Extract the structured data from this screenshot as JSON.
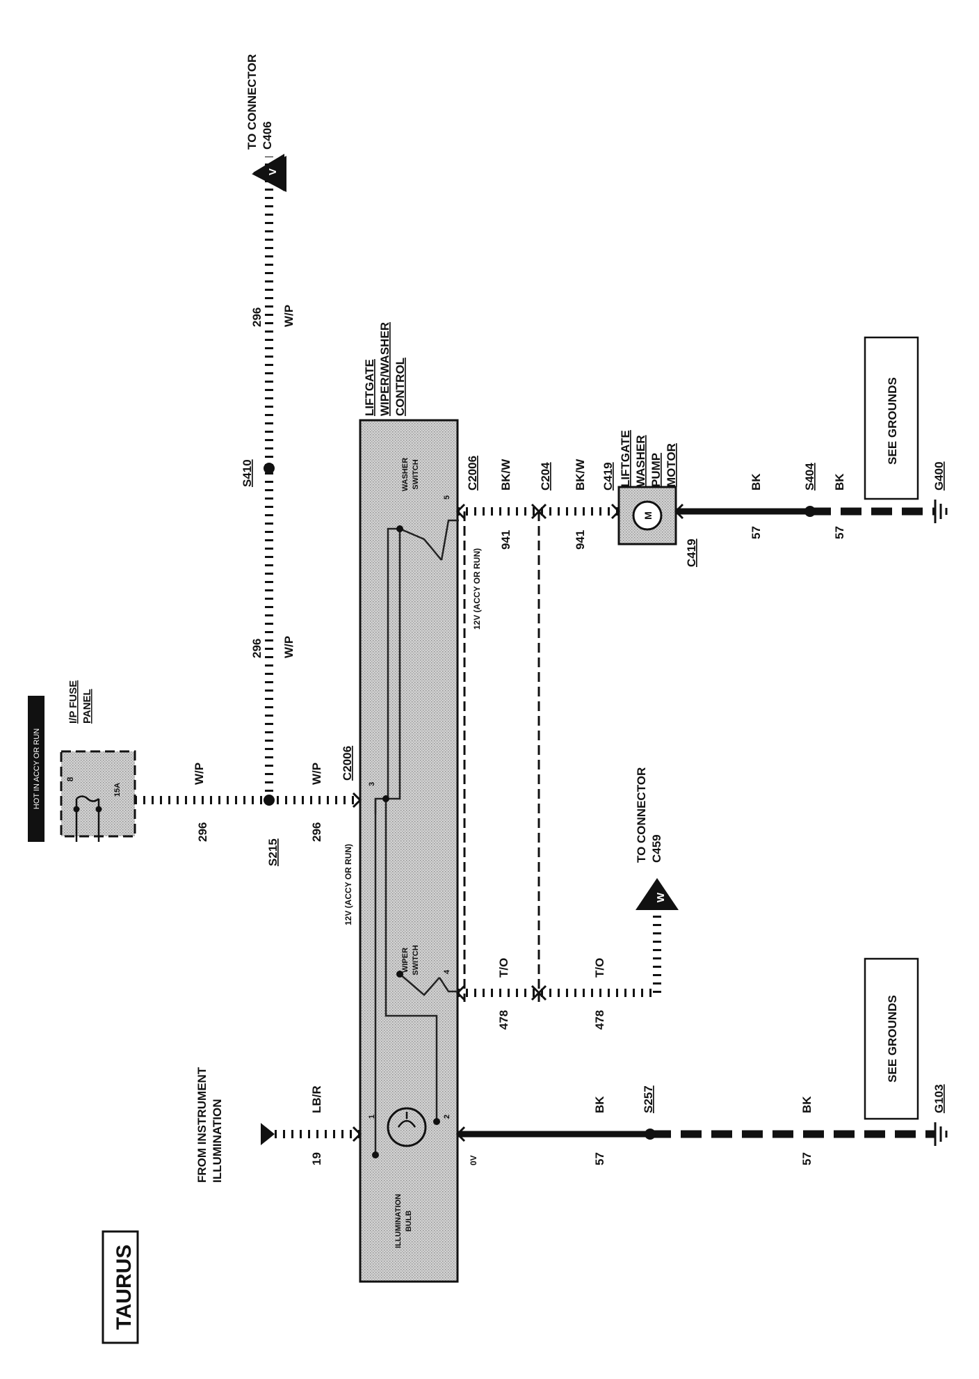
{
  "model_label": "TAURUS",
  "hot_label": "HOT IN ACCY OR RUN",
  "fuse_panel": {
    "name": "I/P FUSE PANEL",
    "fuse_number": "8",
    "fuse_rating": "15A"
  },
  "control_module": {
    "name_lines": [
      "LIFTGATE",
      "WIPER/WASHER",
      "CONTROL"
    ],
    "washer_switch_lines": [
      "WASHER",
      "SWITCH"
    ],
    "wiper_switch_lines": [
      "WIPER",
      "SWITCH"
    ],
    "bulb_lines": [
      "ILLUMINATION",
      "BULB"
    ],
    "pins": [
      "1",
      "2",
      "3",
      "4",
      "5"
    ]
  },
  "connectors": {
    "c2006": "C2006",
    "c204": "C204",
    "c419": "C419",
    "c406_lines": [
      "TO CONNECTOR",
      "C406"
    ],
    "c459_lines": [
      "TO CONNECTOR",
      "C459"
    ],
    "c406_letter": "V",
    "c459_letter": "W"
  },
  "splices": {
    "s215": "S215",
    "s410": "S410",
    "s257": "S257",
    "s404": "S404"
  },
  "grounds": {
    "g103": "G103",
    "g400": "G400",
    "see_grounds": "SEE GROUNDS"
  },
  "motor": {
    "name_lines": [
      "LIFTGATE",
      "WASHER",
      "PUMP",
      "MOTOR"
    ],
    "symbol": "M"
  },
  "from_instrument_lines": [
    "FROM INSTRUMENT",
    "ILLUMINATION"
  ],
  "wires": {
    "circuit_296": "296",
    "color_wp": "W/P",
    "circuit_941": "941",
    "color_bkw": "BK/W",
    "circuit_478": "478",
    "color_to": "T/O",
    "circuit_57": "57",
    "color_bk": "BK",
    "circuit_19": "19",
    "color_lbr": "LB/R"
  },
  "voltages": {
    "v12_accy_run": "12V (ACCY OR RUN)",
    "v0": "0V"
  }
}
